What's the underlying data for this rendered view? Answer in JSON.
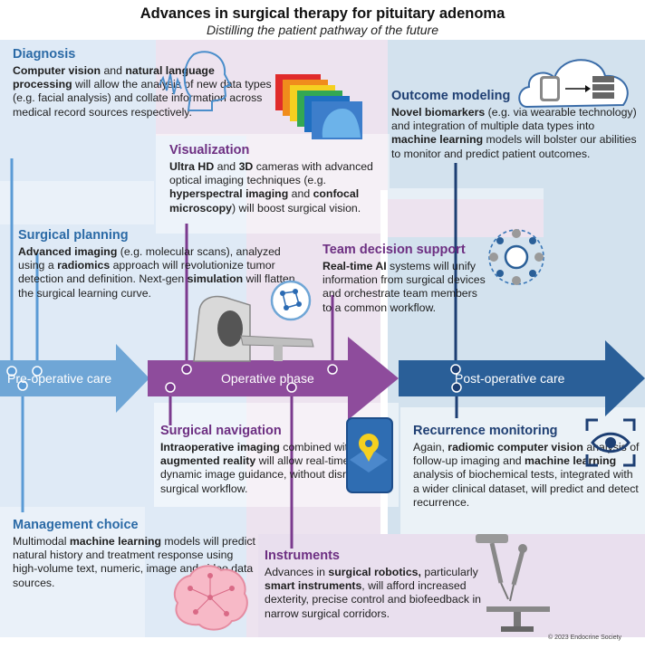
{
  "header": {
    "title": "Advances in surgical therapy for pituitary adenoma",
    "subtitle": "Distilling the patient pathway of the future"
  },
  "phases": {
    "pre": "Pre-operative care",
    "op": "Operative phase",
    "post": "Post-operative care"
  },
  "sections": {
    "diagnosis": {
      "title": "Diagnosis",
      "b1": "Computer vision",
      "t1": " and ",
      "b2": "natural language processing",
      "t2": " will allow the analysis of new data types (e.g. facial analysis) and collate information across medical record sources respectively."
    },
    "surgical_planning": {
      "title": "Surgical planning",
      "b1": "Advanced imaging",
      "t1": " (e.g. molecular scans), analyzed using a ",
      "b2": "radiomics",
      "t2": " approach will revolutionize tumor detection and definition. Next-gen ",
      "b3": "simulation",
      "t3": " will flatten the surgical learning curve."
    },
    "management_choice": {
      "title": "Management choice",
      "t0": "Multimodal ",
      "b1": "machine learning",
      "t1": " models will predict natural history and treatment response using high-volume text, numeric, image and video data sources."
    },
    "visualization": {
      "title": "Visualization",
      "b1": "Ultra HD",
      "t1": " and ",
      "b2": "3D",
      "t2": " cameras with advanced optical imaging techniques (e.g. ",
      "b3": "hyperspectral imaging",
      "t3": " and ",
      "b4": "confocal microscopy",
      "t4": ") will boost surgical vision."
    },
    "team_decision": {
      "title": "Team decision support",
      "b1": "Real-time AI",
      "t1": " systems will unify information from surgical devices and orchestrate team members to a common workflow."
    },
    "surgical_navigation": {
      "title": "Surgical navigation",
      "b1": "Intraoperative imaging",
      "t1": " combined with ",
      "b2": "augmented reality",
      "t2": " will allow real-time and dynamic image guidance, without disrupting surgical workflow."
    },
    "instruments": {
      "title": "Instruments",
      "t0": "Advances in ",
      "b1": "surgical robotics,",
      "t1": " particularly ",
      "b2": "smart instruments",
      "t2": ", will afford increased dexterity, precise control and biofeedback in narrow surgical corridors."
    },
    "outcome_modeling": {
      "title": "Outcome modeling",
      "b1": "Novel biomarkers",
      "t1": " (e.g. via wearable technology) and integration of multiple data types into ",
      "b2": "machine learning",
      "t2": " models will bolster our abilities to monitor and predict patient outcomes."
    },
    "recurrence_monitoring": {
      "title": "Recurrence monitoring",
      "t0": "Again, ",
      "b1": "radiomic computer vision",
      "t1": " analysis of follow-up imaging and ",
      "b2": "machine learning",
      "t2": " analysis of biochemical tests, integrated with a wider clinical dataset, will predict and detect recurrence."
    }
  },
  "footer": {
    "copyright": "© 2023 Endocrine Society"
  },
  "colors": {
    "pre_arrow": "#6fa6d6",
    "op_arrow": "#8e4c9c",
    "post_arrow": "#2a5f98",
    "pre_bg": "#dce9f6",
    "op_bg": "#ebe0ee",
    "post_bg": "#d2e0ec"
  },
  "icons": [
    "face-speech-icon",
    "spectral-layers-icon",
    "mri-scanner-icon",
    "network-node-icon",
    "team-network-icon",
    "smartwatch-cloud-icon",
    "tablet-location-icon",
    "eye-scan-icon",
    "brain-network-icon",
    "surgical-robot-icon"
  ]
}
